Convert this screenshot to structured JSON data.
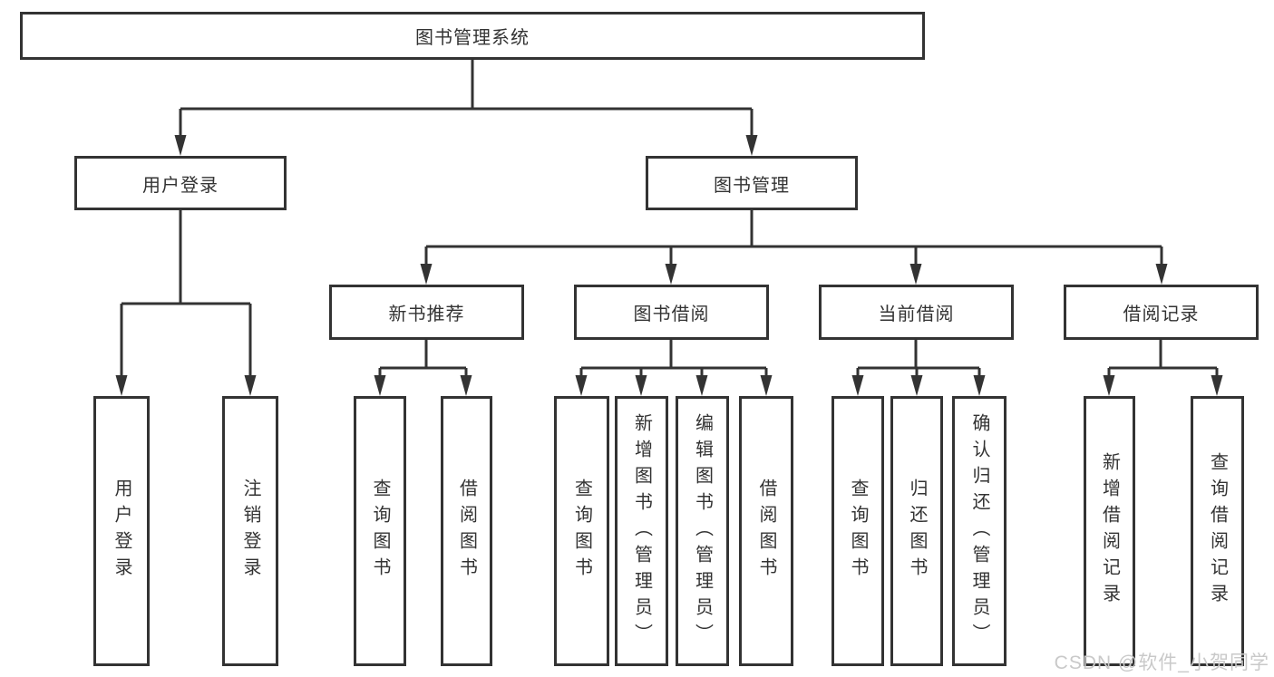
{
  "diagram": {
    "tree": {
      "root": {
        "label": "图书管理系统"
      },
      "level2": [
        {
          "label": "用户登录",
          "leaves": [
            "用户登录",
            "注销登录"
          ]
        },
        {
          "label": "图书管理",
          "groups": [
            {
              "label": "新书推荐",
              "leaves": [
                "查询图书",
                "借阅图书"
              ]
            },
            {
              "label": "图书借阅",
              "leaves": [
                "查询图书",
                "新增图书（管理员）",
                "编辑图书（管理员）",
                "借阅图书"
              ]
            },
            {
              "label": "当前借阅",
              "leaves": [
                "查询图书",
                "归还图书",
                "确认归还（管理员）"
              ]
            },
            {
              "label": "借阅记录",
              "leaves": [
                "新增借阅记录",
                "查询借阅记录"
              ]
            }
          ]
        }
      ]
    }
  },
  "watermark": {
    "text": "CSDN @软件_小贺同学"
  },
  "colors": {
    "line": "#333333",
    "text": "#333333",
    "background": "#ffffff",
    "watermark": "#c9c9c9"
  }
}
